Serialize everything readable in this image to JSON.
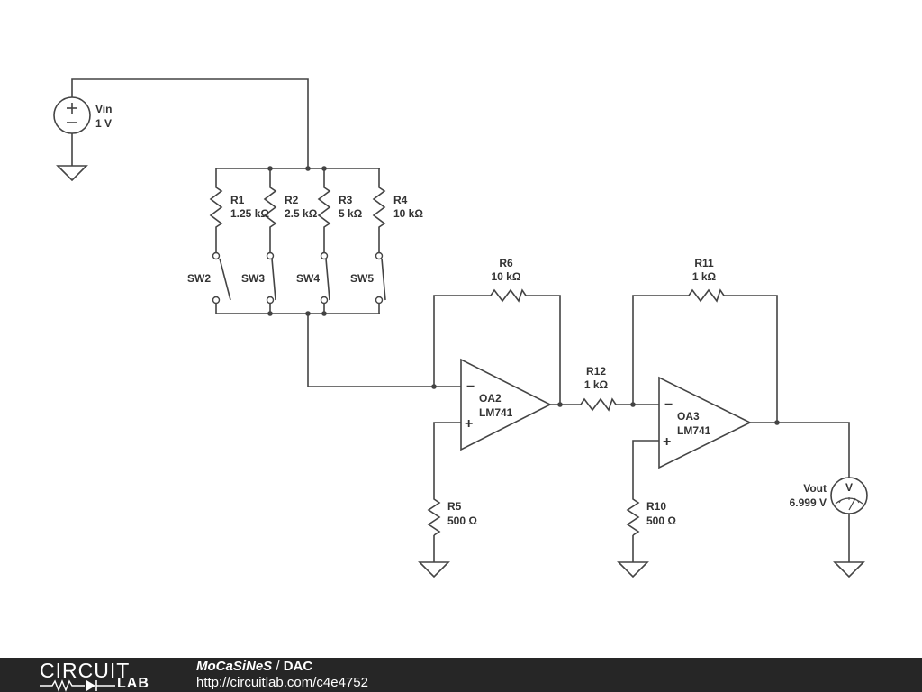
{
  "components": {
    "vin": {
      "name": "Vin",
      "value": "1 V"
    },
    "r1": {
      "name": "R1",
      "value": "1.25 kΩ"
    },
    "r2": {
      "name": "R2",
      "value": "2.5 kΩ"
    },
    "r3": {
      "name": "R3",
      "value": "5 kΩ"
    },
    "r4": {
      "name": "R4",
      "value": "10 kΩ"
    },
    "sw2": {
      "name": "SW2"
    },
    "sw3": {
      "name": "SW3"
    },
    "sw4": {
      "name": "SW4"
    },
    "sw5": {
      "name": "SW5"
    },
    "r6": {
      "name": "R6",
      "value": "10 kΩ"
    },
    "oa2": {
      "name": "OA2",
      "model": "LM741"
    },
    "r5": {
      "name": "R5",
      "value": "500 Ω"
    },
    "r12": {
      "name": "R12",
      "value": "1 kΩ"
    },
    "r11": {
      "name": "R11",
      "value": "1 kΩ"
    },
    "oa3": {
      "name": "OA3",
      "model": "LM741"
    },
    "r10": {
      "name": "R10",
      "value": "500 Ω"
    },
    "vout": {
      "name": "Vout",
      "value": "6.999 V",
      "meter_symbol": "V"
    }
  },
  "symbols": {
    "plus": "+",
    "minus": "−"
  },
  "footer": {
    "logo_top": "CIRCUIT",
    "logo_bottom": "LAB",
    "user": "MoCaSiNeS",
    "separator": " / ",
    "circuit_name": "DAC",
    "url": "http://circuitlab.com/c4e4752",
    "background_color": "#262626"
  }
}
